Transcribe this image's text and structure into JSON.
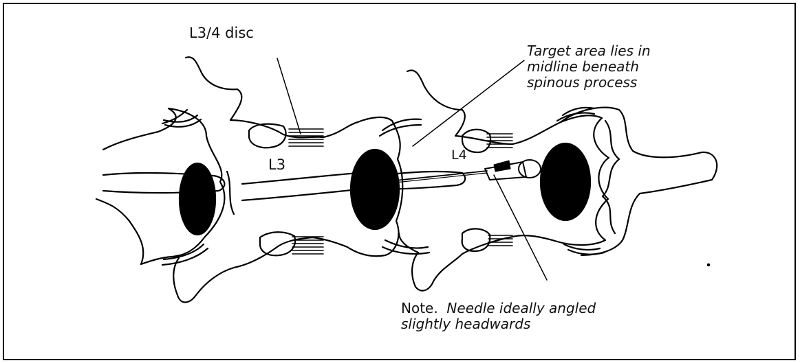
{
  "figure": {
    "labels": {
      "disc": "L3/4 disc",
      "vertebra_upper": "L3",
      "vertebra_lower": "L4",
      "target_line1": "Target area lies in",
      "target_line2": "midline beneath",
      "target_line3": "spinous process",
      "note_prefix": "Note.",
      "note_line1": "Needle ideally angled",
      "note_line2": "slightly headwards"
    },
    "colors": {
      "ink": "#000000",
      "paper": "#ffffff"
    }
  }
}
